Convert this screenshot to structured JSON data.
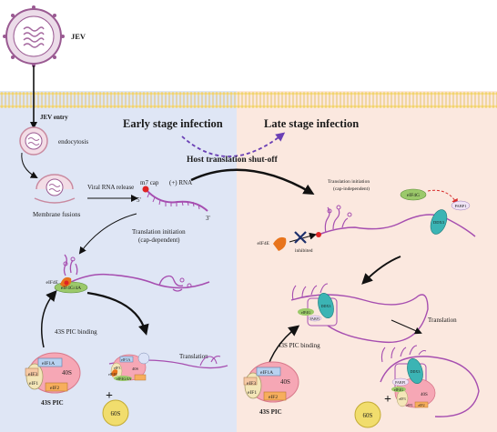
{
  "virus": {
    "name": "JEV"
  },
  "entry": {
    "label": "JEV entry"
  },
  "stages": {
    "early": "Early stage infection",
    "late": "Late stage infection",
    "shutoff": "Host translation  shut-off"
  },
  "early": {
    "endocytosis": "endocytosis",
    "membrane_fusions": "Membrane fusions",
    "viral_rna_release": "Viral RNA release",
    "m7cap": "m7 cap",
    "plus_rna": "(+) RNA",
    "five_prime": "5'",
    "three_prime": "3'",
    "translation_init_cap_dep_1": "Translation initiation",
    "translation_init_cap_dep_2": "(cap-dependent)",
    "eif4e_small": "eIF4E",
    "eif4g4a": "eIF4G/4A",
    "pic_binding": "43S PIC binding",
    "translation": "Translation",
    "pic_label": "43S PIC",
    "forty_s": "40S",
    "eif3": "eIF3",
    "eif1a": "eIF1A",
    "eif2": "eIF2",
    "eif1": "eIF1",
    "sixty_s": "60S",
    "plus_sign": "+",
    "mini_40s": "40S",
    "mini_eif1a": "eIF1A",
    "mini_eif3": "eIF3",
    "mini_eif4e": "eIF4E",
    "mini_eif4g": "eIF4G/4A"
  },
  "late": {
    "translation_init_cap_indep_1": "Translation initiation",
    "translation_init_cap_indep_2": "(cap-independent)",
    "eif4g": "eIF4G",
    "pabp1": "PABP1",
    "dddx3": "DDX3",
    "eif4e": "eIF4E",
    "inhibited": "inhibited",
    "pic_binding": "43S PIC binding",
    "translation": "Translation",
    "pic_label": "43S PIC",
    "forty_s": "40S",
    "eif3": "eIF3",
    "eif1a": "eIF1A",
    "eif2": "eIF2",
    "eif1": "eIF1",
    "sixty_s": "60S",
    "plus_sign": "+",
    "mid_eif4g": "eIF4G",
    "mid_pabp": "PABP1",
    "mid_ddx3": "DDX3",
    "right_pabp": "PABP1",
    "right_ddx3": "DDX3",
    "right_40s": "40S",
    "right_eif4g": "eIF4G",
    "right_eif3": "eIF3",
    "right_eif1": "eIF1",
    "right_eif2": "eIF2"
  },
  "colors": {
    "early_bg": "#dfe6f5",
    "late_bg": "#fbe8df",
    "membrane": "#f0d472",
    "rna": "#a64eb0",
    "forty_s": "#f6a7b5",
    "sixty_s": "#f1dd6d",
    "ddx3": "#3bb4b4",
    "eif4e": "#e8741c",
    "eif4g": "#9bc96a",
    "arrow_dashed": "#7b4fc4",
    "arrow_red": "#d82b2b"
  }
}
